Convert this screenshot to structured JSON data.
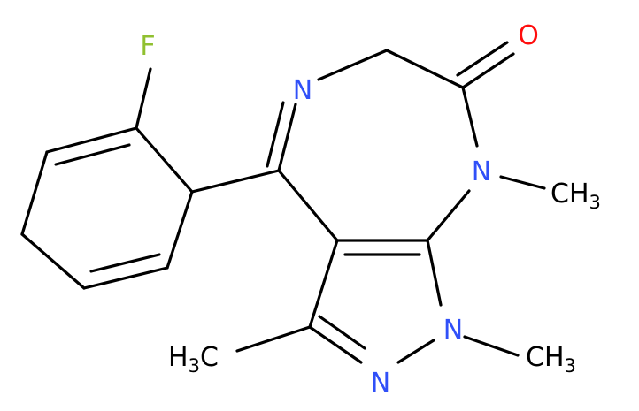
{
  "molecule": {
    "atoms": {
      "fluorine": {
        "text": "F",
        "color": "#90c030"
      },
      "n_imine": {
        "text": "N",
        "color": "#3050f8"
      },
      "n_amide": {
        "text": "N",
        "color": "#3050f8"
      },
      "n_pyrazole_1": {
        "text": "N",
        "color": "#3050f8"
      },
      "n_pyrazole_2": {
        "text": "N",
        "color": "#3050f8"
      },
      "oxygen": {
        "text": "O",
        "color": "#ff0d0d"
      }
    },
    "methyls": {
      "n_methyl": {
        "main": "CH",
        "sub": "3"
      },
      "n1_methyl": {
        "main": "CH",
        "sub": "3"
      },
      "c3_methyl": {
        "main": "H",
        "sub": "3",
        "tail": "C"
      }
    }
  }
}
